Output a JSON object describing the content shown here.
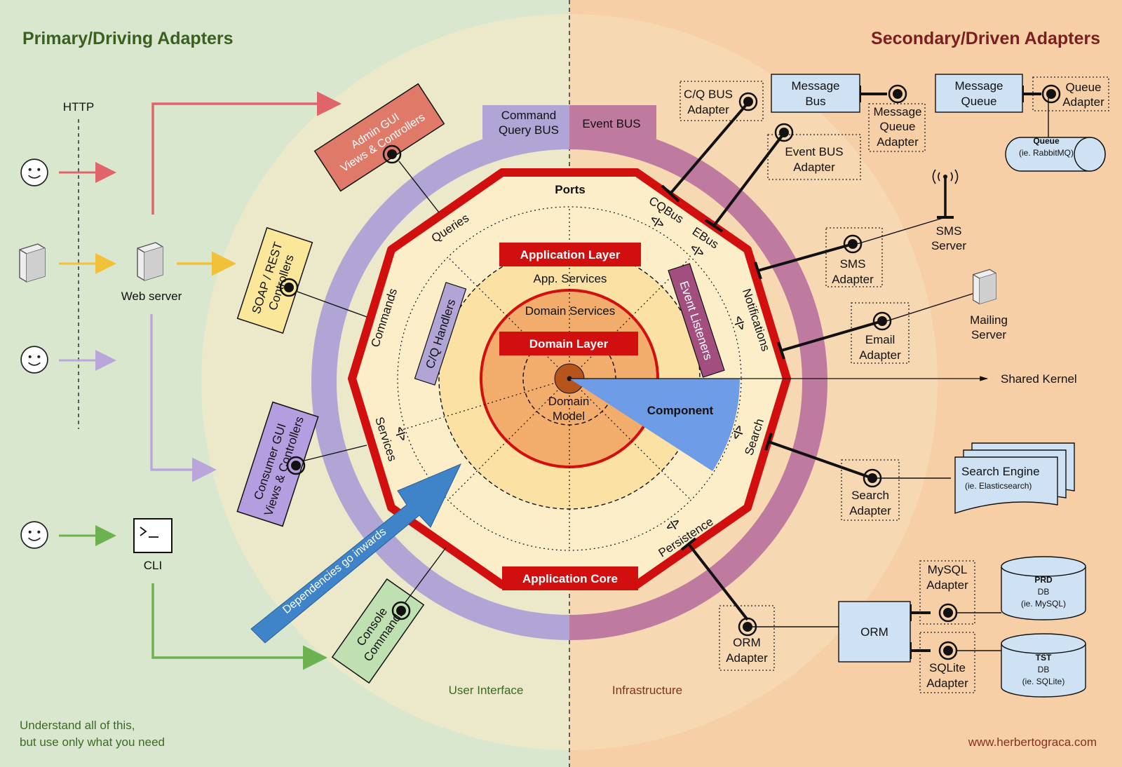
{
  "titles": {
    "primary": "Primary/Driving Adapters",
    "secondary": "Secondary/Driven Adapters"
  },
  "left": {
    "http": "HTTP",
    "web_server": "Web server",
    "cli": "CLI",
    "admin_gui": [
      "Admin GUI",
      "Views & Controllers"
    ],
    "soap_rest": [
      "SOAP / REST",
      "Controllers"
    ],
    "consumer_gui": [
      "Consumer GUI",
      "Views & Controllers"
    ],
    "console": [
      "Console",
      "Commands"
    ],
    "note": [
      "Understand all of this,",
      "but use only what you need"
    ],
    "user_interface": "User Interface"
  },
  "core": {
    "command_bus": [
      "Command",
      "Query BUS"
    ],
    "event_bus": "Event BUS",
    "ports": "Ports",
    "queries": "Queries",
    "commands": "Commands",
    "services": "Services",
    "cqbus": "CQBus",
    "ebus": "EBus",
    "notifications": "Notifications",
    "search": "Search",
    "persistence": "Persistence",
    "application_layer": "Application Layer",
    "app_services": "App. Services",
    "domain_services": "Domain Services",
    "domain_layer": "Domain Layer",
    "domain_model": [
      "Domain",
      "Model"
    ],
    "cq_handlers": "C/Q Handlers",
    "event_listeners": "Event Listeners",
    "component": "Component",
    "application_core": "Application Core",
    "dependencies": "Dependencies go inwards",
    "shared_kernel": "Shared Kernel",
    "port_glyph": "<|>"
  },
  "right": {
    "cq_bus_adapter": [
      "C/Q BUS",
      "Adapter"
    ],
    "message_bus": [
      "Message",
      "Bus"
    ],
    "mq_adapter": [
      "Message",
      "Queue",
      "Adapter"
    ],
    "message_queue": [
      "Message",
      "Queue"
    ],
    "queue_adapter": [
      "Queue",
      "Adapter"
    ],
    "queue": [
      "Queue",
      "(ie. RabbitMQ)"
    ],
    "event_bus_adapter": [
      "Event BUS",
      "Adapter"
    ],
    "sms_server": [
      "SMS",
      "Server"
    ],
    "sms_adapter": [
      "SMS",
      "Adapter"
    ],
    "mailing_server": [
      "Mailing",
      "Server"
    ],
    "email_adapter": [
      "Email",
      "Adapter"
    ],
    "search_engine": [
      "Search Engine",
      "(ie. Elasticsearch)"
    ],
    "search_adapter": [
      "Search",
      "Adapter"
    ],
    "mysql_adapter": [
      "MySQL",
      "Adapter"
    ],
    "prd_db": [
      "PRD",
      "DB",
      "(ie. MySQL)"
    ],
    "orm": "ORM",
    "orm_adapter": [
      "ORM",
      "Adapter"
    ],
    "sqlite_adapter": [
      "SQLite",
      "Adapter"
    ],
    "tst_db": [
      "TST",
      "DB",
      "(ie. SQLite)"
    ],
    "infrastructure": "Infrastructure",
    "website": "www.herbertograca.com"
  },
  "colors": {
    "left_bg": "#d9e7cf",
    "right_bg": "#f7cfa7",
    "circle_left": "#ebe9c9",
    "circle_right": "#f6d8b3",
    "purple_ring": "#b1a5d6",
    "pink_ring": "#bf7a9f",
    "octagon_fill": "#fdeeca",
    "octagon_stroke": "#d10f0f",
    "app_layer": "#fbe2a4",
    "domain": "#f2ad6c",
    "core_dot": "#b5541b",
    "component": "#6f9ce6",
    "arrow_blue": "#3f83c9",
    "adapter_blue": "#cfe2f3",
    "red_arrow": "#e0656a",
    "yellow_arrow": "#f2c13a",
    "purple_arrow": "#b9a7dc",
    "green_arrow": "#6db250"
  },
  "icons": [
    "smiley-icon",
    "server-icon",
    "terminal-icon",
    "antenna-icon",
    "plug-icon"
  ]
}
